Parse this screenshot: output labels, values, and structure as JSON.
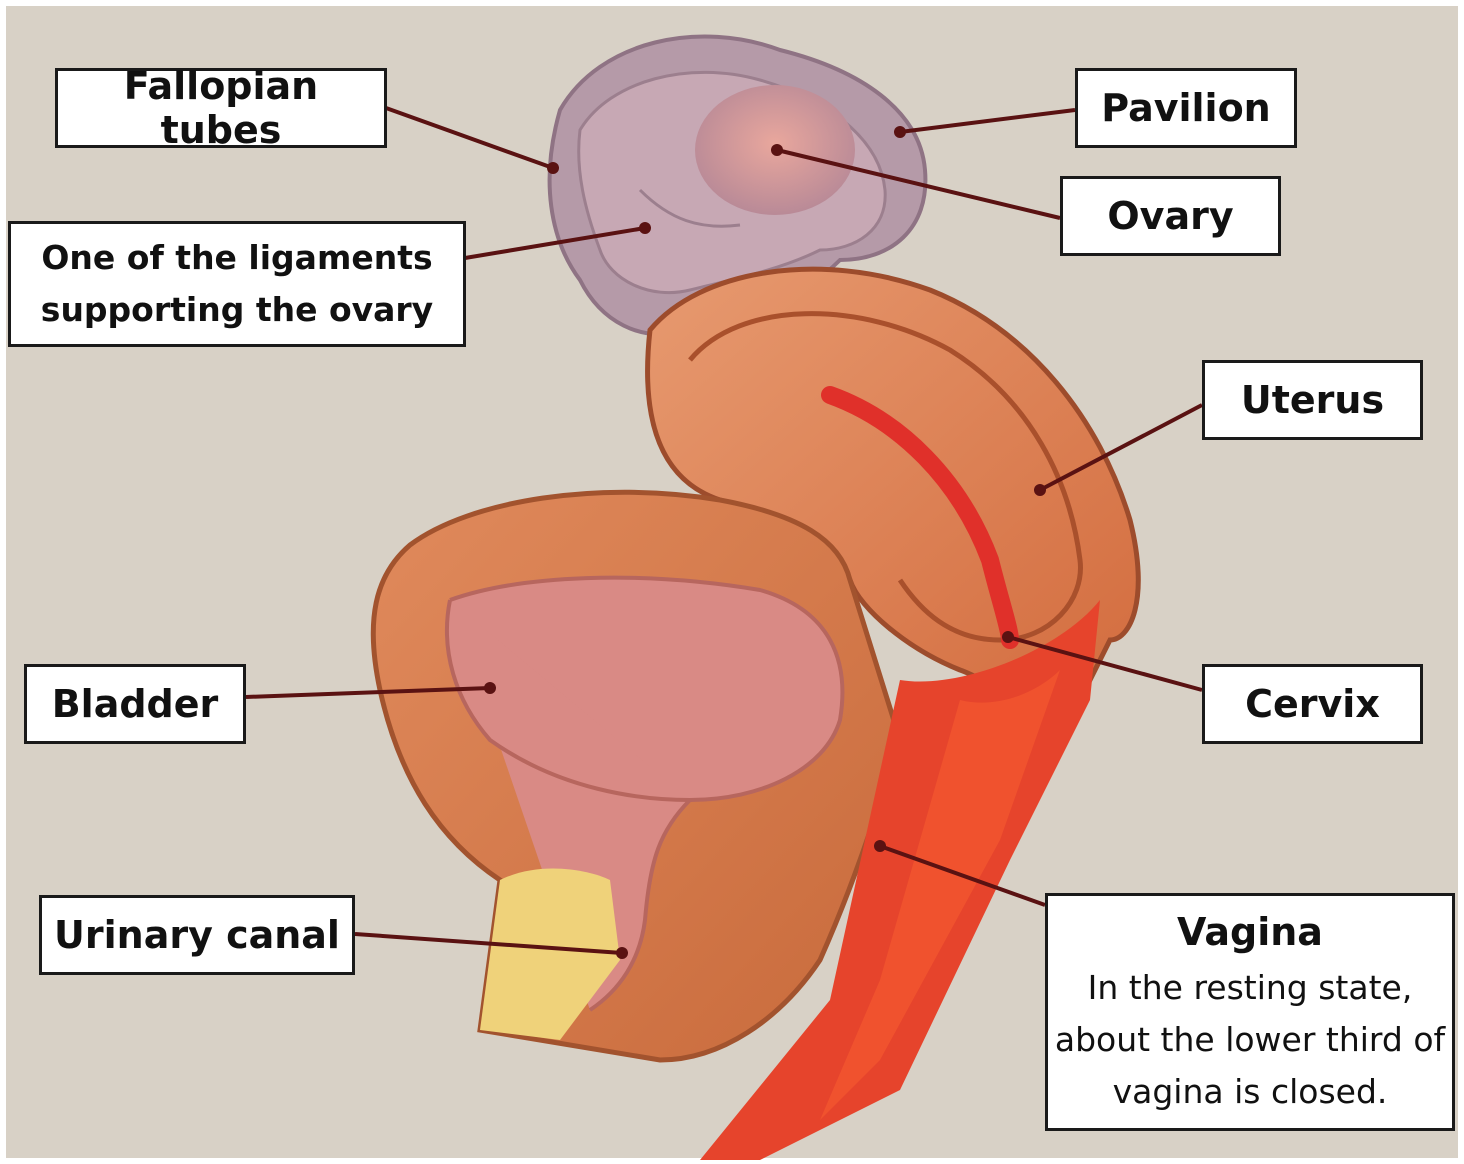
{
  "colors": {
    "background": "#d8d1c6",
    "leader_line": "#5a1212",
    "label_border": "#1a1a1a"
  },
  "labels": {
    "fallopian_tubes": "Fallopian tubes",
    "ligament": "One of the ligaments supporting the ovary",
    "pavilion": "Pavilion",
    "ovary": "Ovary",
    "uterus": "Uterus",
    "bladder": "Bladder",
    "cervix": "Cervix",
    "urinary_canal": "Urinary canal",
    "vagina": "Vagina",
    "vagina_note": "In the resting state, about the lower third of vagina is closed."
  }
}
